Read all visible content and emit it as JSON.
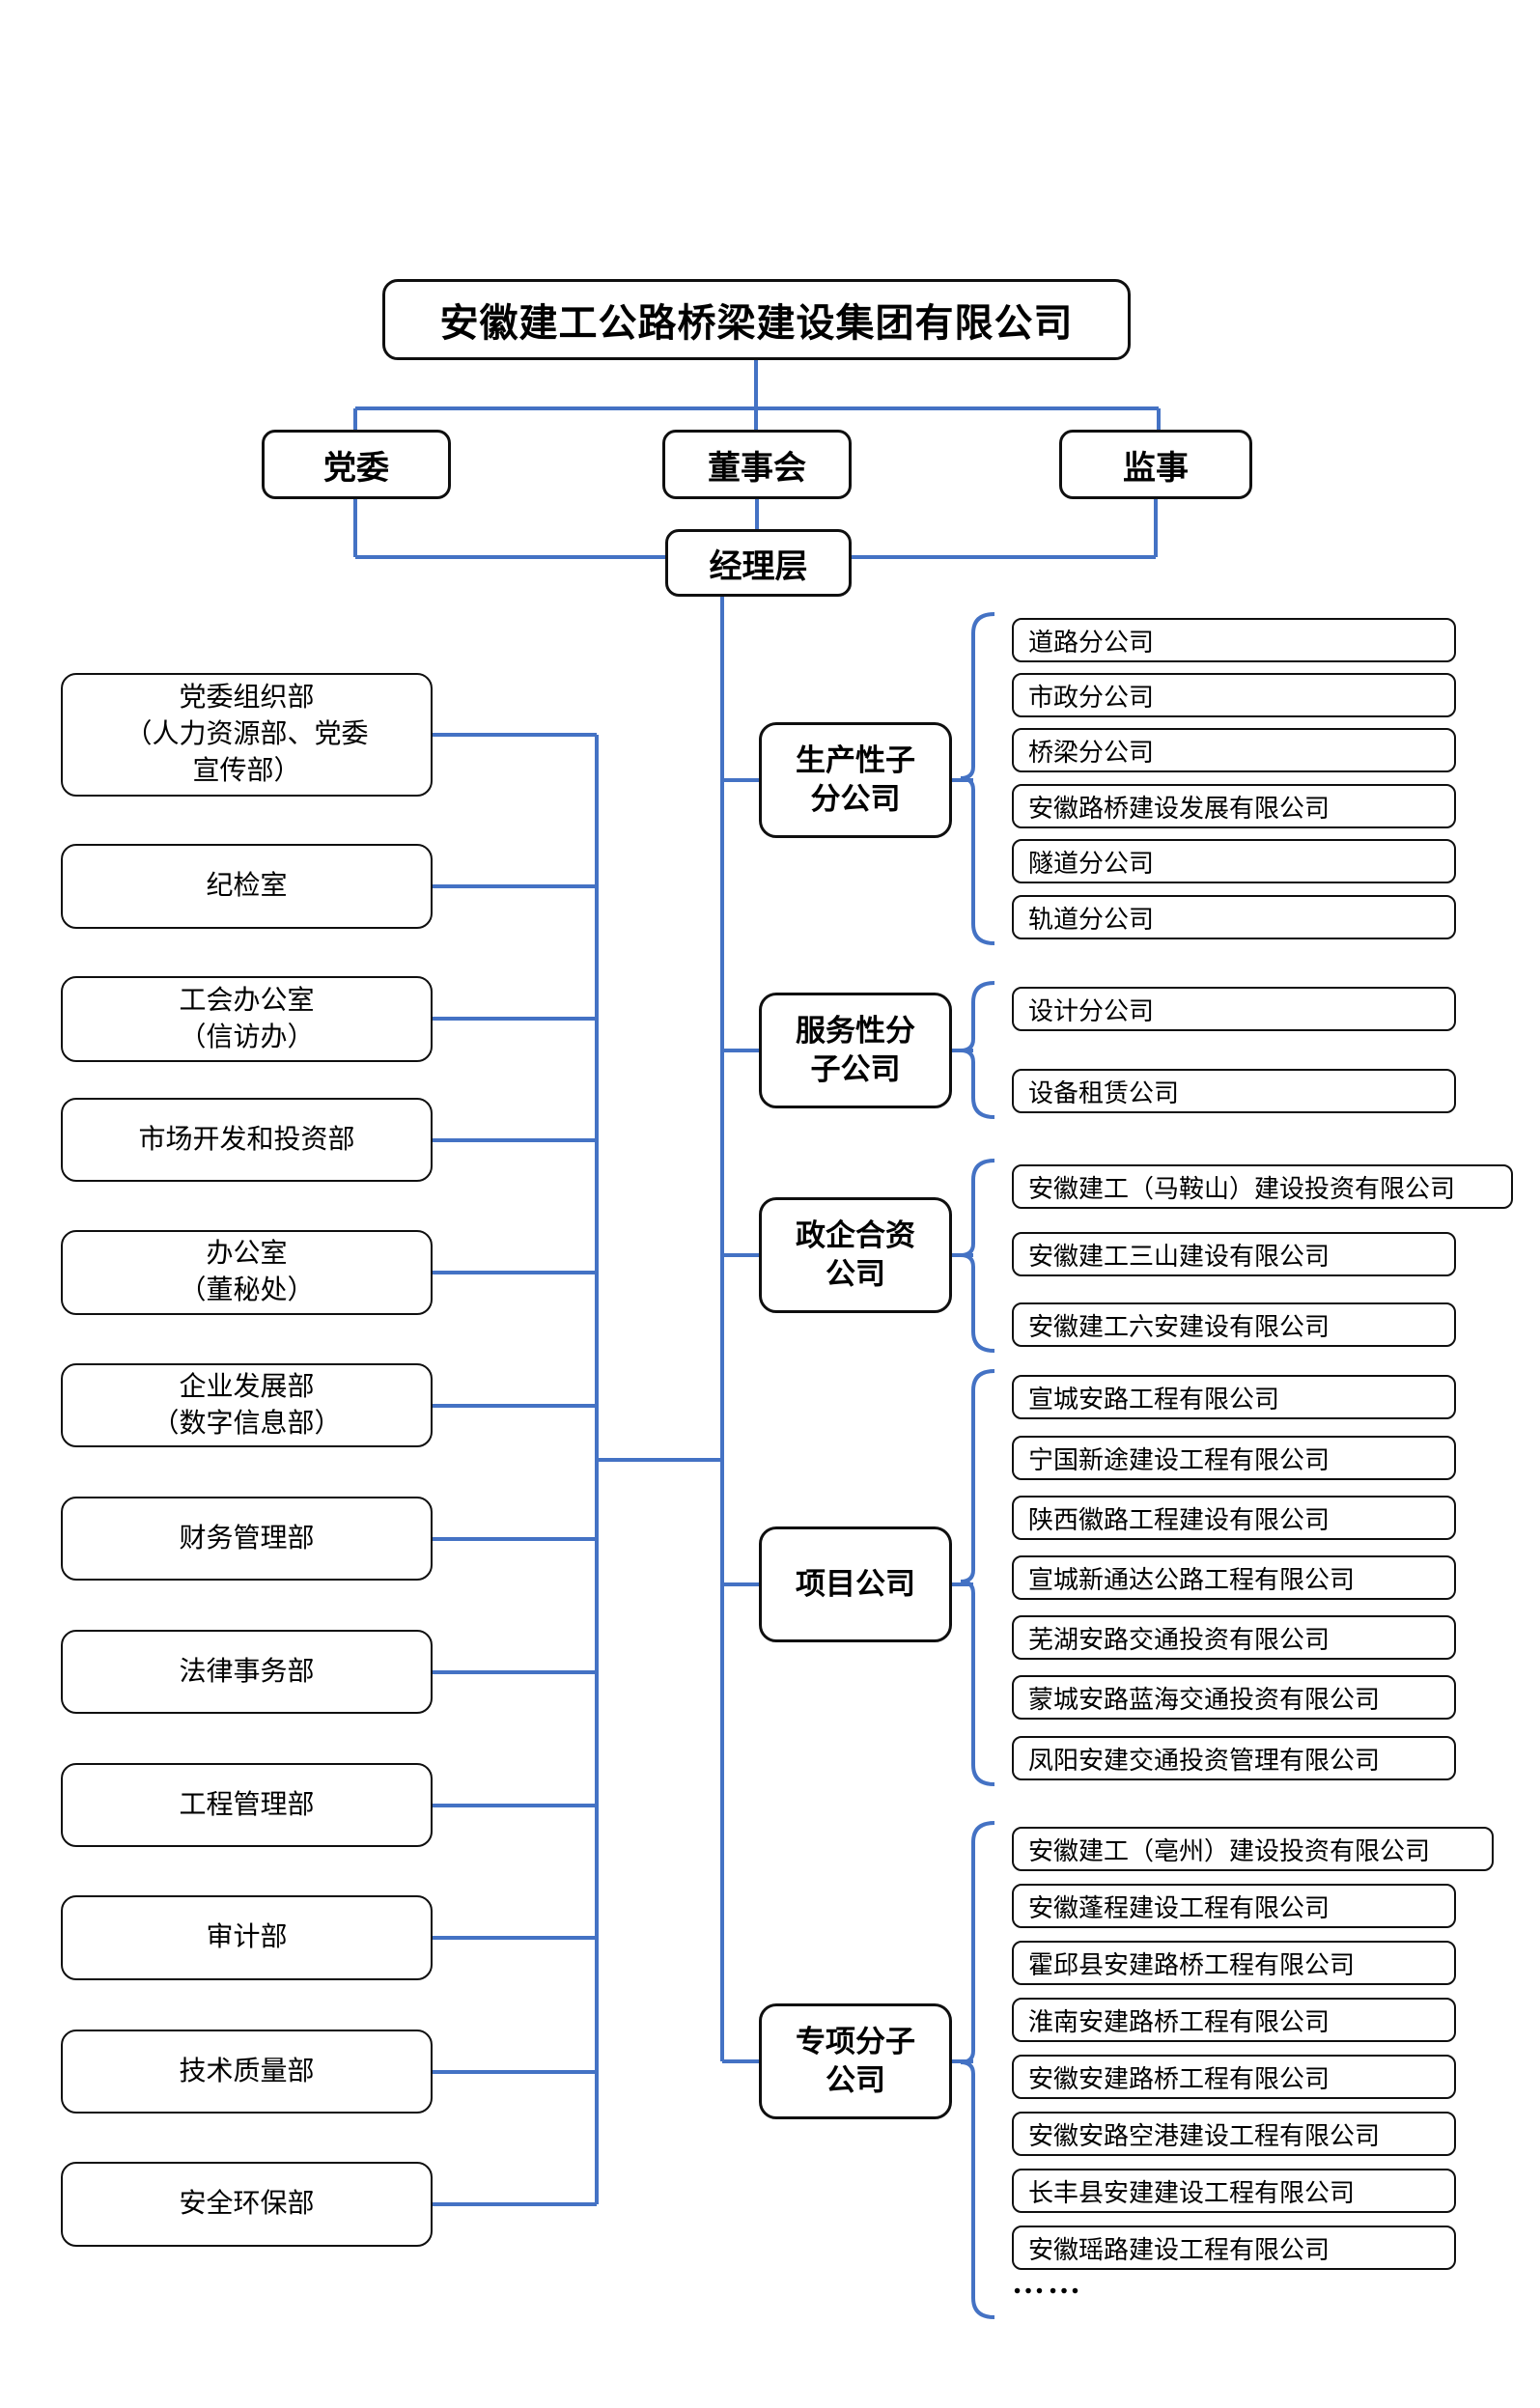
{
  "title": "安徽建工公路桥梁建设集团有限公司",
  "governance": {
    "party_committee": "党委",
    "board": "董事会",
    "supervisors": "监事",
    "management": "经理层"
  },
  "departments": [
    {
      "lines": [
        "党委组织部",
        "（人力资源部、党委",
        "宣传部）"
      ]
    },
    {
      "lines": [
        "纪检室"
      ]
    },
    {
      "lines": [
        "工会办公室",
        "（信访办）"
      ]
    },
    {
      "lines": [
        "市场开发和投资部"
      ]
    },
    {
      "lines": [
        "办公室",
        "（董秘处）"
      ]
    },
    {
      "lines": [
        "企业发展部",
        "（数字信息部）"
      ]
    },
    {
      "lines": [
        "财务管理部"
      ]
    },
    {
      "lines": [
        "法律事务部"
      ]
    },
    {
      "lines": [
        "工程管理部"
      ]
    },
    {
      "lines": [
        "审计部"
      ]
    },
    {
      "lines": [
        "技术质量部"
      ]
    },
    {
      "lines": [
        "安全环保部"
      ]
    }
  ],
  "groups": [
    {
      "name_lines": [
        "生产性子",
        "分公司"
      ],
      "children": [
        "道路分公司",
        "市政分公司",
        "桥梁分公司",
        "安徽路桥建设发展有限公司",
        "隧道分公司",
        "轨道分公司"
      ]
    },
    {
      "name_lines": [
        "服务性分",
        "子公司"
      ],
      "children": [
        "设计分公司",
        "设备租赁公司"
      ]
    },
    {
      "name_lines": [
        "政企合资",
        "公司"
      ],
      "children": [
        "安徽建工（马鞍山）建设投资有限公司",
        "安徽建工三山建设有限公司",
        "安徽建工六安建设有限公司"
      ]
    },
    {
      "name_lines": [
        "项目公司"
      ],
      "children": [
        "宣城安路工程有限公司",
        "宁国新途建设工程有限公司",
        "陕西徽路工程建设有限公司",
        "宣城新通达公路工程有限公司",
        "芜湖安路交通投资有限公司",
        "蒙城安路蓝海交通投资有限公司",
        "凤阳安建交通投资管理有限公司"
      ]
    },
    {
      "name_lines": [
        "专项分子",
        "公司"
      ],
      "children": [
        "安徽建工（亳州）建设投资有限公司",
        "安徽蓬程建设工程有限公司",
        "霍邱县安建路桥工程有限公司",
        "淮南安建路桥工程有限公司",
        "安徽安建路桥工程有限公司",
        "安徽安路空港建设工程有限公司",
        "长丰县安建建设工程有限公司",
        "安徽瑶路建设工程有限公司"
      ],
      "more": "……"
    }
  ],
  "colors": {
    "connector": "#4472C4",
    "border": "#0f0f0f"
  }
}
